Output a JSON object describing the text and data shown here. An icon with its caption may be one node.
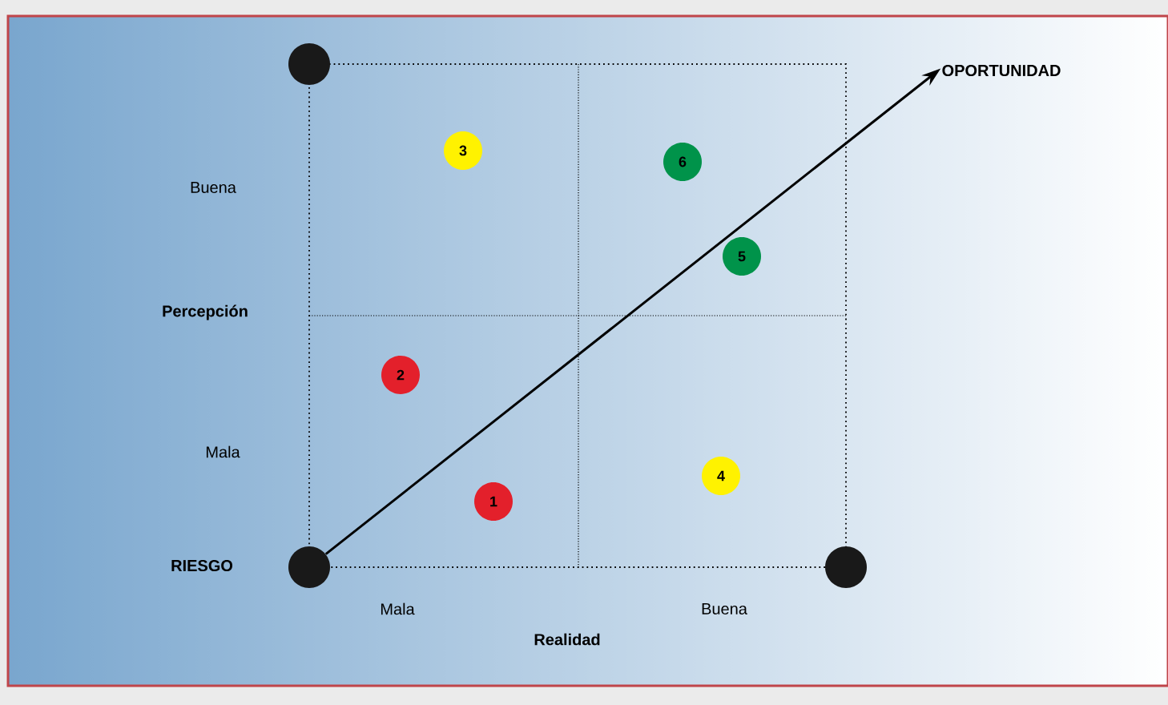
{
  "diagram": {
    "nodes": [
      {
        "text": [],
        "shape": "circle"
      },
      {
        "text": [
          "OPORTUNIDAD"
        ]
      },
      {
        "text": [
          "3"
        ]
      },
      {
        "text": [
          "6"
        ]
      },
      {
        "text": [
          "5"
        ]
      },
      {
        "text": [
          "2"
        ]
      },
      {
        "text": [
          "4"
        ]
      },
      {
        "text": [
          "1"
        ]
      },
      {
        "text": [],
        "shape": "circle"
      },
      {
        "text": [],
        "shape": "circle"
      }
    ],
    "edges": [
      {
        "from": 8,
        "to": 1,
        "arrow": "to"
      }
    ],
    "labels": [
      "Buena",
      "Percepción",
      "Mala",
      "RIESGO",
      "Mala",
      "Buena",
      "Realidad"
    ]
  }
}
